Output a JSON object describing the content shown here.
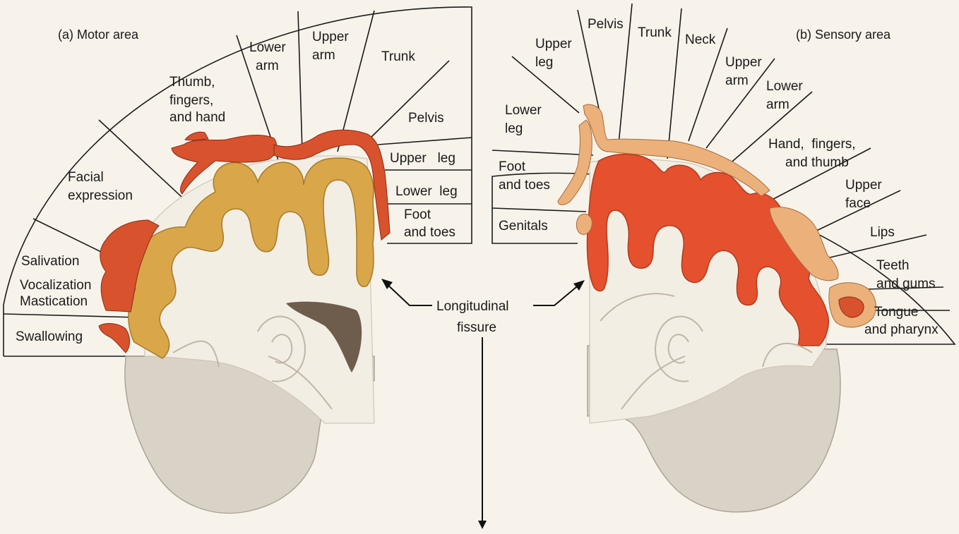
{
  "motor": {
    "title": "(a) Motor area",
    "labels": {
      "lower_arm_1": "Lower",
      "lower_arm_2": "arm",
      "upper_arm_1": "Upper",
      "upper_arm_2": "arm",
      "trunk": "Trunk",
      "thumb_1": "Thumb,",
      "thumb_2": "fingers,",
      "thumb_3": "and hand",
      "pelvis": "Pelvis",
      "upper_leg": "Upper   leg",
      "lower_leg": "Lower  leg",
      "foot_1": "Foot",
      "foot_2": "and toes",
      "facial_1": "Facial",
      "facial_2": "expression",
      "salivation": "Salivation",
      "vocalization": "Vocalization",
      "mastication": "Mastication",
      "swallowing": "Swallowing"
    }
  },
  "sensory": {
    "title": "(b) Sensory area",
    "labels": {
      "pelvis": "Pelvis",
      "trunk": "Trunk",
      "neck": "Neck",
      "upper_leg_1": "Upper",
      "upper_leg_2": "leg",
      "upper_arm_1": "Upper",
      "upper_arm_2": "arm",
      "lower_arm_1": "Lower",
      "lower_arm_2": "arm",
      "lower_leg_1": "Lower",
      "lower_leg_2": "leg",
      "hand_1": "Hand,  fingers,",
      "hand_2": "and thumb",
      "foot_1": "Foot",
      "foot_2": "and toes",
      "upper_face_1": "Upper",
      "upper_face_2": "face",
      "genitals": "Genitals",
      "lips": "Lips",
      "teeth_1": "Teeth",
      "teeth_2": "and gums",
      "tongue_1": "Tongue",
      "tongue_2": "and pharynx"
    }
  },
  "fissure": {
    "label_1": "Longitudinal",
    "label_2": "fissure"
  },
  "colors": {
    "motor_cortex": "#d9a64a",
    "sensory_cortex": "#e5502e",
    "muscle": "#d8522e",
    "skin": "#ecb07a"
  }
}
